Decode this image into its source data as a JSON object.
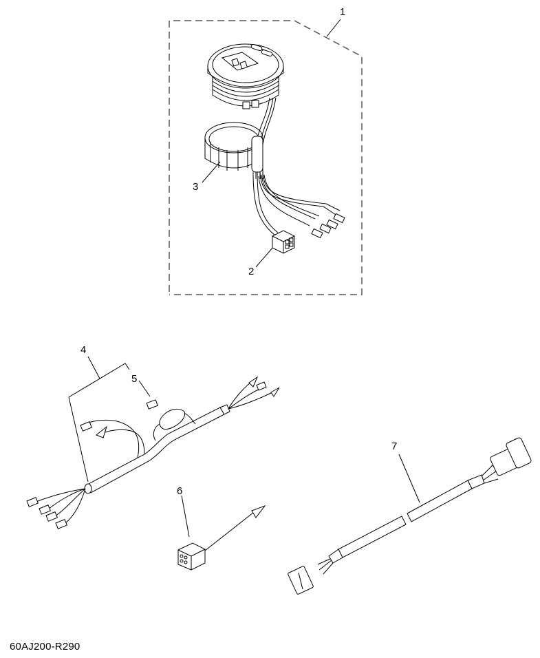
{
  "diagram": {
    "type": "exploded parts view",
    "drawing_code": "60AJ200-R290",
    "assembly_box": {
      "label": "1",
      "contains": [
        "2",
        "3"
      ]
    },
    "parts": [
      {
        "ref": "1",
        "description": "meter assembly (digital gauge with harness)"
      },
      {
        "ref": "2",
        "description": "4-pin connector"
      },
      {
        "ref": "3",
        "description": "mounting nut ring"
      },
      {
        "ref": "4",
        "description": "wire harness with fuse holder"
      },
      {
        "ref": "5",
        "description": "fuse"
      },
      {
        "ref": "6",
        "description": "connector cap / coupler"
      },
      {
        "ref": "7",
        "description": "extension cable"
      }
    ],
    "callouts": {
      "c1": "1",
      "c2": "2",
      "c3": "3",
      "c4": "4",
      "c5": "5",
      "c6": "6",
      "c7": "7"
    }
  }
}
